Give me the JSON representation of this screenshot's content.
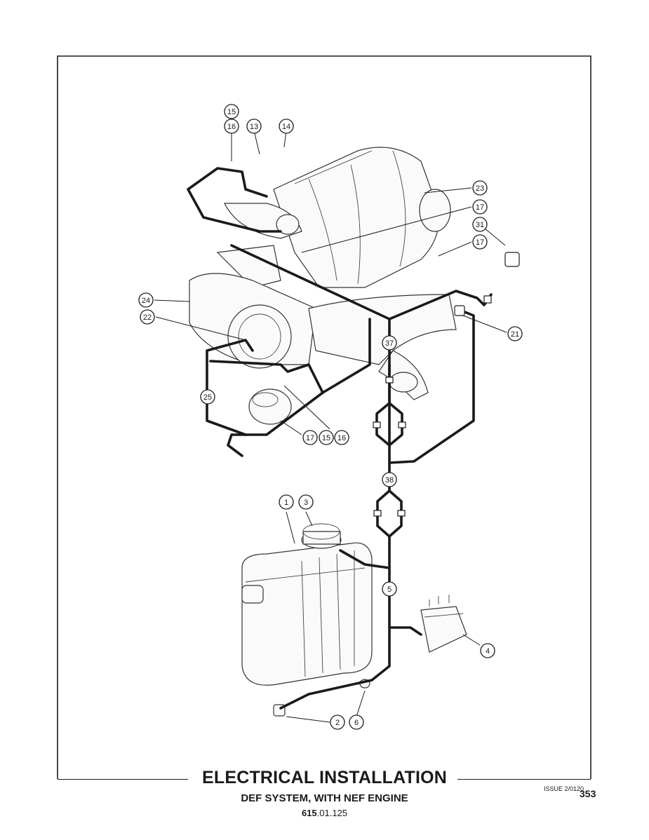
{
  "figure": {
    "title": "ELECTRICAL INSTALLATION",
    "subtitle": "DEF SYSTEM, WITH NEF ENGINE",
    "ref_bold": "615",
    "ref_rest": ".01.125",
    "issue": "ISSUE 2/0120",
    "page_number": "353"
  },
  "callouts": [
    "15",
    "16",
    "13",
    "14",
    "23",
    "17",
    "31",
    "17",
    "24",
    "22",
    "37",
    "21",
    "25",
    "17",
    "15",
    "16",
    "38",
    "1",
    "3",
    "5",
    "4",
    "2",
    "6"
  ],
  "colors": {
    "ink": "#1a1a1a",
    "paper": "#ffffff"
  }
}
